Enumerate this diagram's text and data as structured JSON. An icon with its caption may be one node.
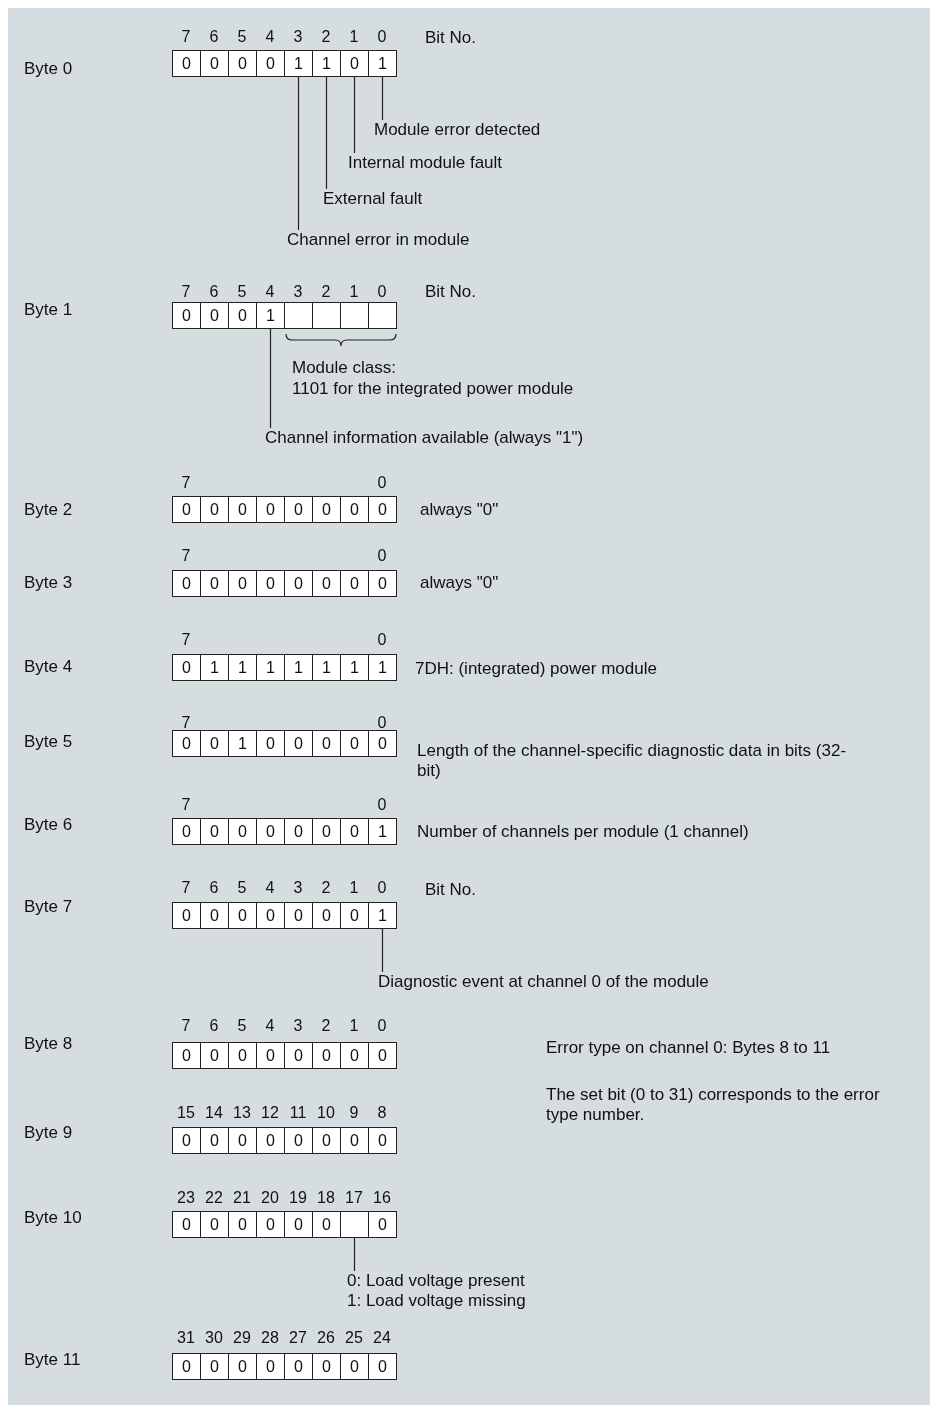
{
  "diagram": {
    "nodes": [
      {
        "text": [
          "0"
        ]
      },
      {
        "text": [
          "0"
        ]
      },
      {
        "text": [
          "0"
        ]
      },
      {
        "text": [
          "0"
        ]
      },
      {
        "text": [
          "1"
        ]
      },
      {
        "text": [
          "1"
        ]
      },
      {
        "text": [
          "0"
        ]
      },
      {
        "text": [
          "1"
        ]
      },
      {
        "text": [
          "Module error detected"
        ]
      },
      {
        "text": [
          "Internal module fault"
        ]
      },
      {
        "text": [
          "External fault"
        ]
      },
      {
        "text": [
          "Channel error in module"
        ]
      },
      {
        "text": [
          "0"
        ]
      },
      {
        "text": [
          "0"
        ]
      },
      {
        "text": [
          "0"
        ]
      },
      {
        "text": [
          "1"
        ]
      },
      {
        "text": [],
        "shape": "box"
      },
      {
        "text": [],
        "shape": "box"
      },
      {
        "text": [],
        "shape": "box"
      },
      {
        "text": [],
        "shape": "box"
      },
      {
        "text": [
          "Channel information available (always \"1\")"
        ]
      },
      {
        "text": [
          "0"
        ]
      },
      {
        "text": [
          "0"
        ]
      },
      {
        "text": [
          "0"
        ]
      },
      {
        "text": [
          "0"
        ]
      },
      {
        "text": [
          "0"
        ]
      },
      {
        "text": [
          "0"
        ]
      },
      {
        "text": [
          "0"
        ]
      },
      {
        "text": [
          "0"
        ]
      },
      {
        "text": [
          "0"
        ]
      },
      {
        "text": [
          "0"
        ]
      },
      {
        "text": [
          "0"
        ]
      },
      {
        "text": [
          "0"
        ]
      },
      {
        "text": [
          "0"
        ]
      },
      {
        "text": [
          "0"
        ]
      },
      {
        "text": [
          "0"
        ]
      },
      {
        "text": [
          "0"
        ]
      },
      {
        "text": [
          "0"
        ]
      },
      {
        "text": [
          "1"
        ]
      },
      {
        "text": [
          "1"
        ]
      },
      {
        "text": [
          "1"
        ]
      },
      {
        "text": [
          "1"
        ]
      },
      {
        "text": [
          "1"
        ]
      },
      {
        "text": [
          "1"
        ]
      },
      {
        "text": [
          "1"
        ]
      },
      {
        "text": [
          "0"
        ]
      },
      {
        "text": [
          "0"
        ]
      },
      {
        "text": [
          "1"
        ]
      },
      {
        "text": [
          "0"
        ]
      },
      {
        "text": [
          "0"
        ]
      },
      {
        "text": [
          "0"
        ]
      },
      {
        "text": [
          "0"
        ]
      },
      {
        "text": [
          "0"
        ]
      },
      {
        "text": [
          "0"
        ]
      },
      {
        "text": [
          "0"
        ]
      },
      {
        "text": [
          "0"
        ]
      },
      {
        "text": [
          "0"
        ]
      },
      {
        "text": [
          "0"
        ]
      },
      {
        "text": [
          "0"
        ]
      },
      {
        "text": [
          "0"
        ]
      },
      {
        "text": [
          "1"
        ]
      },
      {
        "text": [
          "0"
        ]
      },
      {
        "text": [
          "0"
        ]
      },
      {
        "text": [
          "0"
        ]
      },
      {
        "text": [
          "0"
        ]
      },
      {
        "text": [
          "0"
        ]
      },
      {
        "text": [
          "0"
        ]
      },
      {
        "text": [
          "0"
        ]
      },
      {
        "text": [
          "1"
        ]
      },
      {
        "text": [
          "Diagnostic event at channel 0 of the module"
        ]
      },
      {
        "text": [
          "0"
        ]
      },
      {
        "text": [
          "0"
        ]
      },
      {
        "text": [
          "0"
        ]
      },
      {
        "text": [
          "0"
        ]
      },
      {
        "text": [
          "0"
        ]
      },
      {
        "text": [
          "0"
        ]
      },
      {
        "text": [
          "0"
        ]
      },
      {
        "text": [
          "0"
        ]
      },
      {
        "text": [
          "0"
        ]
      },
      {
        "text": [
          "0"
        ]
      },
      {
        "text": [
          "0"
        ]
      },
      {
        "text": [
          "0"
        ]
      },
      {
        "text": [
          "0"
        ]
      },
      {
        "text": [
          "0"
        ]
      },
      {
        "text": [
          "0"
        ]
      },
      {
        "text": [
          "0"
        ]
      },
      {
        "text": [
          "0"
        ]
      },
      {
        "text": [
          "0"
        ]
      },
      {
        "text": [
          "0"
        ]
      },
      {
        "text": [
          "0"
        ]
      },
      {
        "text": [
          "0"
        ]
      },
      {
        "text": [
          "0"
        ]
      },
      {
        "text": [],
        "shape": "box"
      },
      {
        "text": [
          "0"
        ]
      },
      {
        "text": [
          "0: Load voltage present",
          "1: Load voltage missing"
        ]
      },
      {
        "text": [
          "0"
        ]
      },
      {
        "text": [
          "0"
        ]
      },
      {
        "text": [
          "0"
        ]
      },
      {
        "text": [
          "0"
        ]
      },
      {
        "text": [
          "0"
        ]
      },
      {
        "text": [
          "0"
        ]
      },
      {
        "text": [
          "0"
        ]
      },
      {
        "text": [
          "0"
        ]
      }
    ],
    "edges": [
      {
        "from": 7,
        "to": 8,
        "arrow": "none"
      },
      {
        "from": 6,
        "to": 9,
        "arrow": "none"
      },
      {
        "from": 5,
        "to": 10,
        "arrow": "none"
      },
      {
        "from": 4,
        "to": 11,
        "arrow": "none"
      },
      {
        "from": 15,
        "to": 20,
        "arrow": "none"
      },
      {
        "from": 68,
        "to": 69,
        "arrow": "none"
      },
      {
        "from": 92,
        "to": 94,
        "arrow": "none"
      }
    ],
    "labels": [
      "7",
      "6",
      "5",
      "4",
      "3",
      "2",
      "1",
      "0",
      "Bit No.",
      "Byte 0",
      "7",
      "6",
      "5",
      "4",
      "3",
      "2",
      "1",
      "0",
      "Bit No.",
      "Byte 1",
      "Module class:",
      "1101 for the integrated power module",
      "7",
      "0",
      "Byte 2",
      "always \"0\"",
      "7",
      "0",
      "Byte 3",
      "always \"0\"",
      "7",
      "0",
      "Byte 4",
      "7DH: (integrated) power module",
      "7",
      "0",
      "Byte 5",
      "Length of the channel-specific diagnostic data in bits (32-bit)",
      "7",
      "0",
      "Byte 6",
      "Number of channels per module (1 channel)",
      "7",
      "6",
      "5",
      "4",
      "3",
      "2",
      "1",
      "0",
      "Bit No.",
      "Byte 7",
      "7",
      "6",
      "5",
      "4",
      "3",
      "2",
      "1",
      "0",
      "Byte 8",
      "Error type on channel 0: Bytes 8 to 11",
      "The set bit (0 to 31) corresponds to the error type number.",
      "15",
      "14",
      "13",
      "12",
      "11",
      "10",
      "9",
      "8",
      "Byte 9",
      "23",
      "22",
      "21",
      "20",
      "19",
      "18",
      "17",
      "16",
      "Byte 10",
      "31",
      "30",
      "29",
      "28",
      "27",
      "26",
      "25",
      "24",
      "Byte 11"
    ]
  }
}
